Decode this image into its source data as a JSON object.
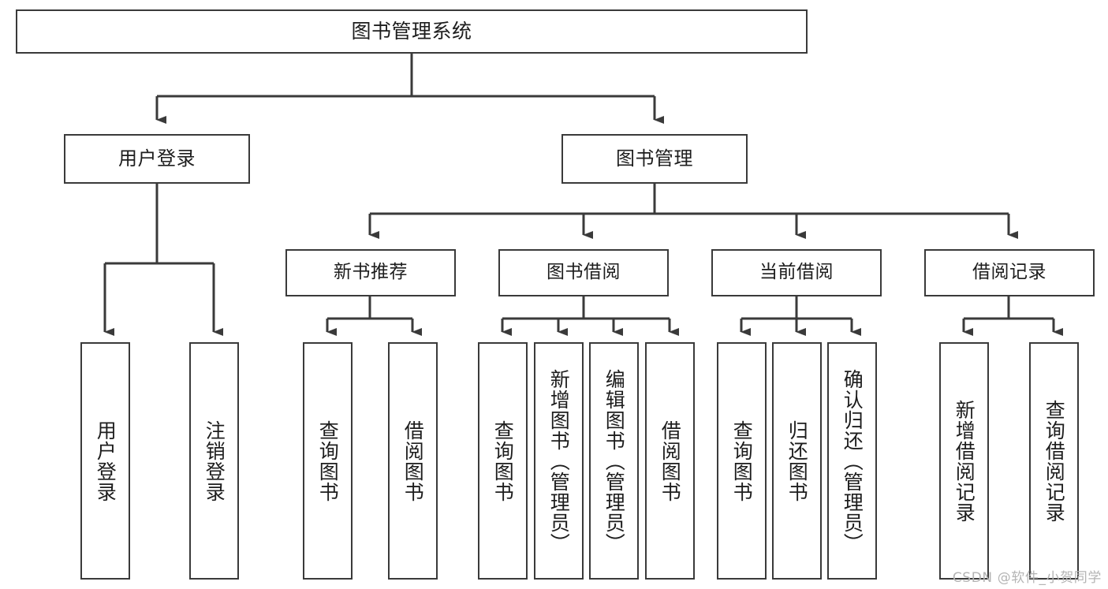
{
  "diagram": {
    "title": "图书管理系统",
    "type": "tree-hierarchy",
    "colors": {
      "box_border": "#3a3a3a",
      "box_fill": "#ffffff",
      "connector": "#3a3a3a",
      "text": "#1d1d1d",
      "watermark": "#b4b4b4"
    },
    "root": {
      "label": "图书管理系统"
    },
    "level2": [
      {
        "label": "用户登录"
      },
      {
        "label": "图书管理"
      }
    ],
    "level3": [
      {
        "label": "新书推荐"
      },
      {
        "label": "图书借阅"
      },
      {
        "label": "当前借阅"
      },
      {
        "label": "借阅记录"
      }
    ],
    "leaves": {
      "user_login": [
        {
          "label": "用户登录"
        },
        {
          "label": "注销登录"
        }
      ],
      "new_book_recommend": [
        {
          "label": "查询图书"
        },
        {
          "label": "借阅图书"
        }
      ],
      "book_borrow": [
        {
          "label": "查询图书"
        },
        {
          "label": "新增图书（管理员）"
        },
        {
          "label": "编辑图书（管理员）"
        },
        {
          "label": "借阅图书"
        }
      ],
      "current_borrow": [
        {
          "label": "查询图书"
        },
        {
          "label": "归还图书"
        },
        {
          "label": "确认归还（管理员）"
        }
      ],
      "borrow_records": [
        {
          "label": "新增借阅记录"
        },
        {
          "label": "查询借阅记录"
        }
      ]
    },
    "watermark": "CSDN @软件_小贺同学"
  }
}
